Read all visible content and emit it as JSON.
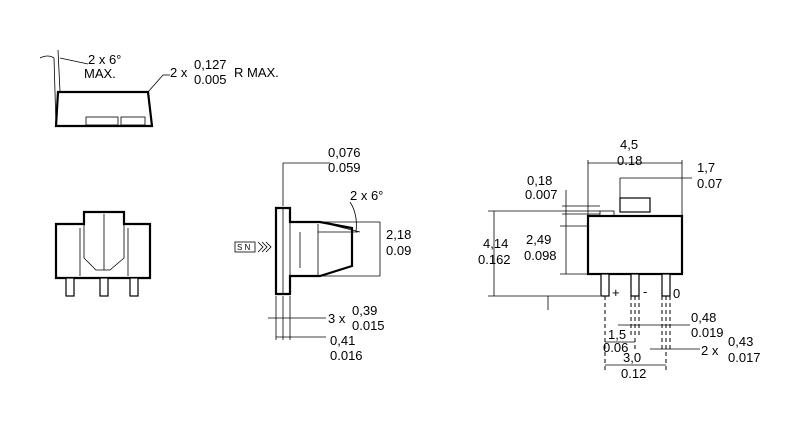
{
  "top_left_view": {
    "angle_value": "2 x 6°",
    "angle_note": "MAX.",
    "radius_prefix": "2 x",
    "radius_mm": "0,127",
    "radius_in": "0.005",
    "radius_suffix": "R MAX."
  },
  "side_view": {
    "lead_thickness_mm": "0,076",
    "lead_thickness_in": "0.059",
    "angle": "2 x 6°",
    "height_mm": "2,18",
    "height_in": "0.09",
    "pin_prefix": "3 x",
    "pin_width_mm": "0,39",
    "pin_width_in": "0.015",
    "tab_width_mm": "0,41",
    "tab_width_in": "0.016",
    "marking": "S N"
  },
  "front_view": {
    "width_mm": "4,5",
    "width_in": "0.18",
    "tab_offset_mm": "1,7",
    "tab_offset_in": "0.07",
    "tab_thickness_mm": "0,18",
    "tab_thickness_in": "0.007",
    "total_height_mm": "4,14",
    "total_height_in": "0.162",
    "body_height_mm": "2,49",
    "body_height_in": "0.098",
    "pin_plus": "+",
    "pin_minus": "-",
    "pin_zero": "0",
    "lead_width_mm": "0,48",
    "lead_width_in": "0.019",
    "pitch_mm": "1,5",
    "pitch_in": "0.06",
    "lead_prefix": "2 x",
    "lead2_width_mm": "0,43",
    "lead2_width_in": "0.017",
    "span_mm": "3,0",
    "span_in": "0.12"
  }
}
